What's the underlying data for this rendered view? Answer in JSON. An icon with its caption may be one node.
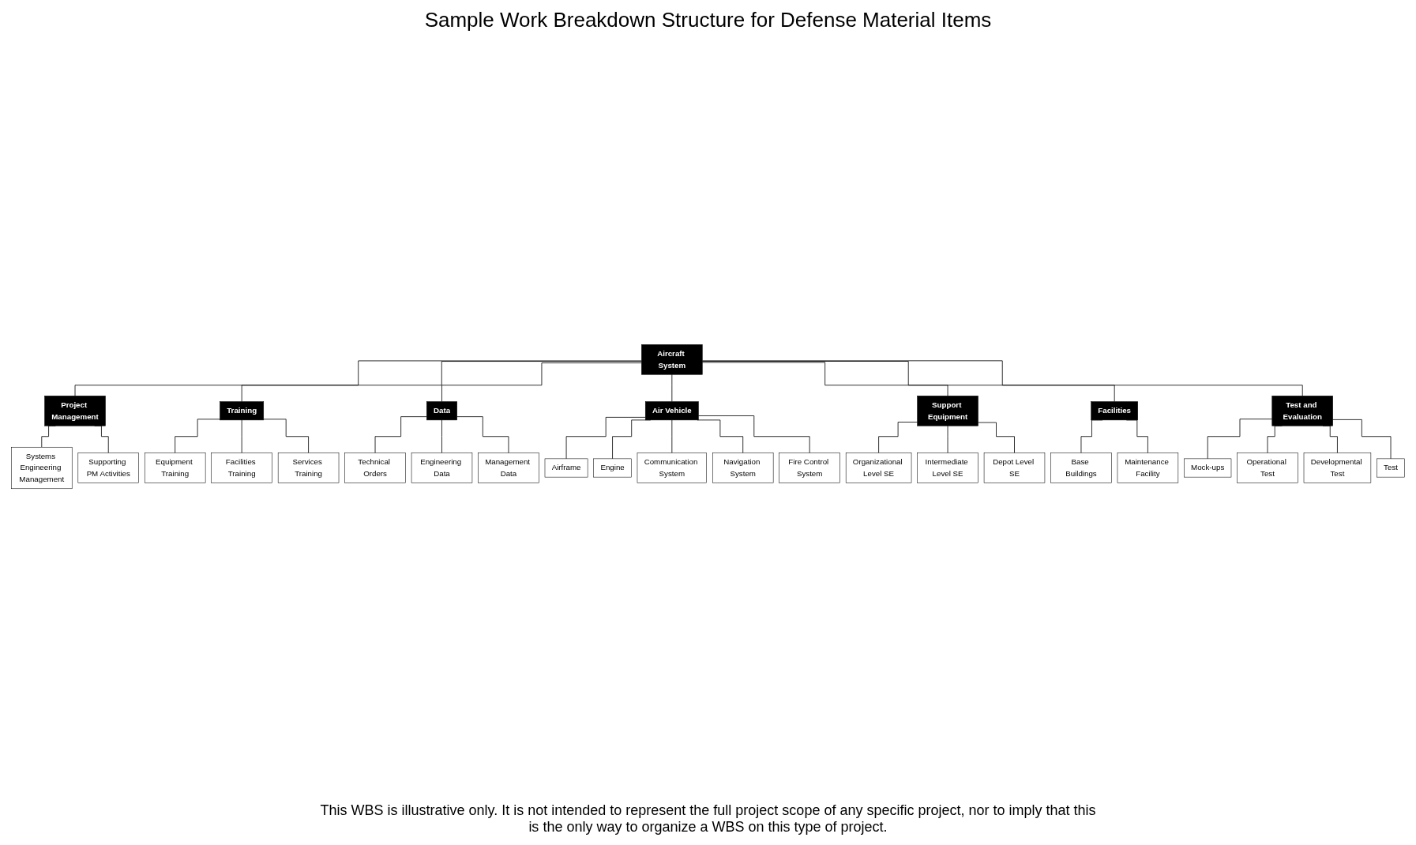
{
  "diagram": {
    "title": "Sample Work Breakdown Structure for Defense Material Items",
    "caption": "This WBS is illustrative only. It is not intended to represent the full project scope of any specific project, nor to imply that this is the only way to organize a WBS on this type of project.",
    "nodes": [
      {
        "text": [
          "Aircraft System"
        ]
      },
      {
        "text": [
          "Project Management"
        ]
      },
      {
        "text": [
          "Training"
        ]
      },
      {
        "text": [
          "Data"
        ]
      },
      {
        "text": [
          "Air Vehicle"
        ]
      },
      {
        "text": [
          "Support Equipment"
        ]
      },
      {
        "text": [
          "Facilities"
        ]
      },
      {
        "text": [
          "Test and Evaluation"
        ]
      },
      {
        "text": [
          "Systems Engineering Management"
        ]
      },
      {
        "text": [
          "Supporting PM Activities"
        ]
      },
      {
        "text": [
          "Equipment Training"
        ]
      },
      {
        "text": [
          "Facilities Training"
        ]
      },
      {
        "text": [
          "Services Training"
        ]
      },
      {
        "text": [
          "Technical Orders"
        ]
      },
      {
        "text": [
          "Engineering Data"
        ]
      },
      {
        "text": [
          "Management Data"
        ]
      },
      {
        "text": [
          "Organizational Level SE"
        ]
      },
      {
        "text": [
          "Intermediate Level SE"
        ]
      },
      {
        "text": [
          "Depot Level SE"
        ]
      },
      {
        "text": [
          "Base Buildings"
        ]
      },
      {
        "text": [
          "Maintenance Facility"
        ]
      },
      {
        "text": [
          "Mock-ups"
        ]
      },
      {
        "text": [
          "Operational Test"
        ]
      },
      {
        "text": [
          "Developmental Test"
        ]
      },
      {
        "text": [
          "Test"
        ]
      },
      {
        "text": [
          "Airframe"
        ]
      },
      {
        "text": [
          "Engine"
        ]
      },
      {
        "text": [
          "Communication System"
        ]
      },
      {
        "text": [
          "Navigation System"
        ]
      },
      {
        "text": [
          "Fire Control System"
        ]
      }
    ],
    "edges": [
      {
        "from": 0,
        "to": 1,
        "arrow": "none"
      },
      {
        "from": 0,
        "to": 2,
        "arrow": "none"
      },
      {
        "from": 0,
        "to": 3,
        "arrow": "none"
      },
      {
        "from": 0,
        "to": 4,
        "arrow": "none"
      },
      {
        "from": 0,
        "to": 5,
        "arrow": "none"
      },
      {
        "from": 0,
        "to": 6,
        "arrow": "none"
      },
      {
        "from": 0,
        "to": 7,
        "arrow": "none"
      },
      {
        "from": 1,
        "to": 8,
        "arrow": "none"
      },
      {
        "from": 1,
        "to": 9,
        "arrow": "none"
      },
      {
        "from": 2,
        "to": 10,
        "arrow": "none"
      },
      {
        "from": 2,
        "to": 11,
        "arrow": "none"
      },
      {
        "from": 2,
        "to": 12,
        "arrow": "none"
      },
      {
        "from": 3,
        "to": 13,
        "arrow": "none"
      },
      {
        "from": 3,
        "to": 14,
        "arrow": "none"
      },
      {
        "from": 3,
        "to": 15,
        "arrow": "none"
      },
      {
        "from": 5,
        "to": 16,
        "arrow": "none"
      },
      {
        "from": 5,
        "to": 17,
        "arrow": "none"
      },
      {
        "from": 5,
        "to": 18,
        "arrow": "none"
      },
      {
        "from": 6,
        "to": 19,
        "arrow": "none"
      },
      {
        "from": 6,
        "to": 20,
        "arrow": "none"
      },
      {
        "from": 7,
        "to": 21,
        "arrow": "none"
      },
      {
        "from": 7,
        "to": 22,
        "arrow": "none"
      },
      {
        "from": 7,
        "to": 23,
        "arrow": "none"
      },
      {
        "from": 7,
        "to": 24,
        "arrow": "none"
      },
      {
        "from": 4,
        "to": 25,
        "arrow": "none"
      },
      {
        "from": 4,
        "to": 26,
        "arrow": "none"
      },
      {
        "from": 4,
        "to": 27,
        "arrow": "none"
      },
      {
        "from": 4,
        "to": 28,
        "arrow": "none"
      },
      {
        "from": 4,
        "to": 29,
        "arrow": "none"
      }
    ]
  }
}
